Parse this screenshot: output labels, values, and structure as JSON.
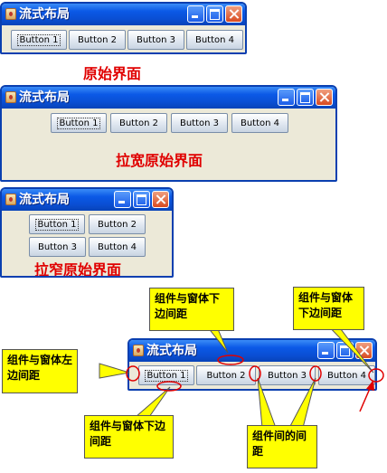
{
  "window_title": "流式布局",
  "buttons": [
    "Button 1",
    "Button 2",
    "Button 3",
    "Button 4"
  ],
  "captions": {
    "original": "原始界面",
    "widened": "拉宽原始界面",
    "narrowed": "拉窄原始界面"
  },
  "callouts": {
    "bottom_gap_top": "组件与窗体下边间距",
    "bottom_gap_right": "组件与窗体下边间距",
    "left_gap": "组件与窗体左边间距",
    "bottom_gap_bottom": "组件与窗体下边间距",
    "component_gap": "组件间的间距"
  },
  "colors": {
    "caption": "#e00000",
    "callout_fill": "#ffff00",
    "highlight_ellipse": "#e00000",
    "titlebar": "#0b59e6"
  }
}
